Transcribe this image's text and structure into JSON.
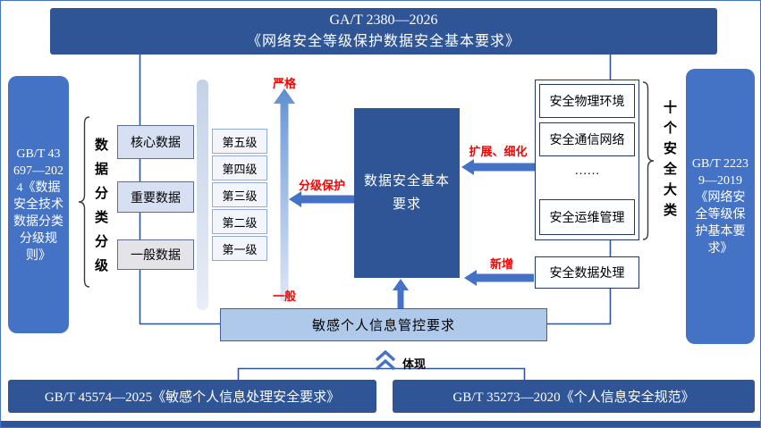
{
  "colors": {
    "dark-blue": "#2F5597",
    "mid-blue": "#4472C4",
    "light-fill": "#D6E0F2",
    "gray-fill": "#E4E4E8",
    "level-fill": "#F2F6FC",
    "level-border": "#8FAADC",
    "sensitive-fill": "#AEC9E9",
    "red": "#FF0000",
    "line": "#2F5597"
  },
  "top_banner": {
    "line1": "GA/T 2380—2026",
    "line2": "《网络安全等级保护数据安全基本要求》"
  },
  "left_standard": {
    "text": "GB/T 43697—2024《数据安全技术 数据分类分级规则》"
  },
  "right_standard": {
    "text": "GB/T 22239—2019《网络安全等级保护基本要求》"
  },
  "classification": {
    "axis_label": "数据分类分级",
    "categories": [
      "核心数据",
      "重要数据",
      "一般数据"
    ]
  },
  "levels": [
    "第五级",
    "第四级",
    "第三级",
    "第二级",
    "第一级"
  ],
  "scale": {
    "top": "严格",
    "bottom": "一般"
  },
  "center": {
    "title": "数据安全基本要求"
  },
  "relations": {
    "graded": "分级保护",
    "extend": "扩展、细化",
    "added": "新增",
    "reflect": "体现"
  },
  "security": {
    "group_label": "十个安全大类",
    "items": [
      "安全物理环境",
      "安全通信网络",
      "……",
      "安全运维管理"
    ],
    "data_processing": "安全数据处理"
  },
  "sensitive": {
    "label": "敏感个人信息管控要求"
  },
  "bottom_banners": {
    "left": "GB/T 45574—2025《敏感个人信息处理安全要求》",
    "right": "GB/T 35273—2020《个人信息安全规范》"
  }
}
